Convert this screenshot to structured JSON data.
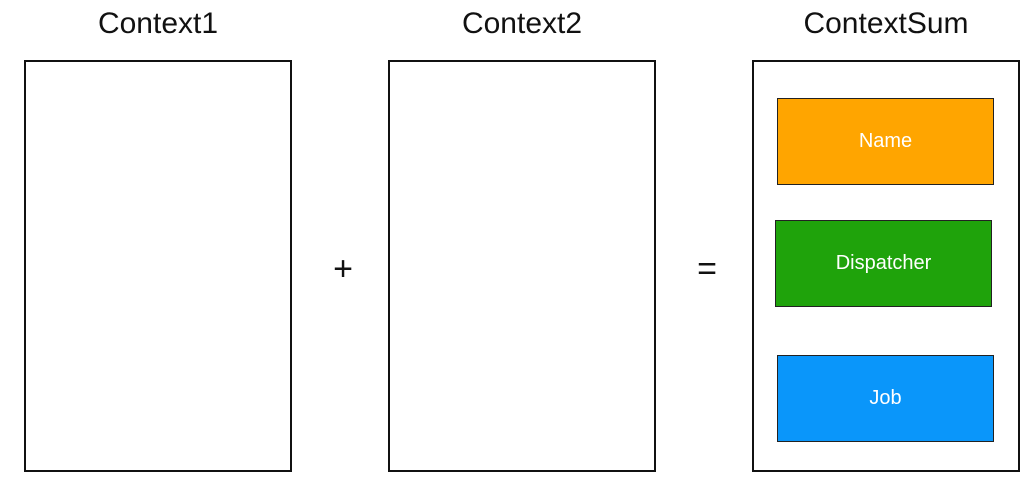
{
  "titles": {
    "context1": "Context1",
    "context2": "Context2",
    "context_sum": "ContextSum"
  },
  "operators": {
    "plus": "+",
    "equals": "="
  },
  "context_sum_fields": [
    {
      "label": "Name",
      "color": "#FFA500"
    },
    {
      "label": "Dispatcher",
      "color": "#1FA30B"
    },
    {
      "label": "Job",
      "color": "#0A96FA"
    }
  ]
}
